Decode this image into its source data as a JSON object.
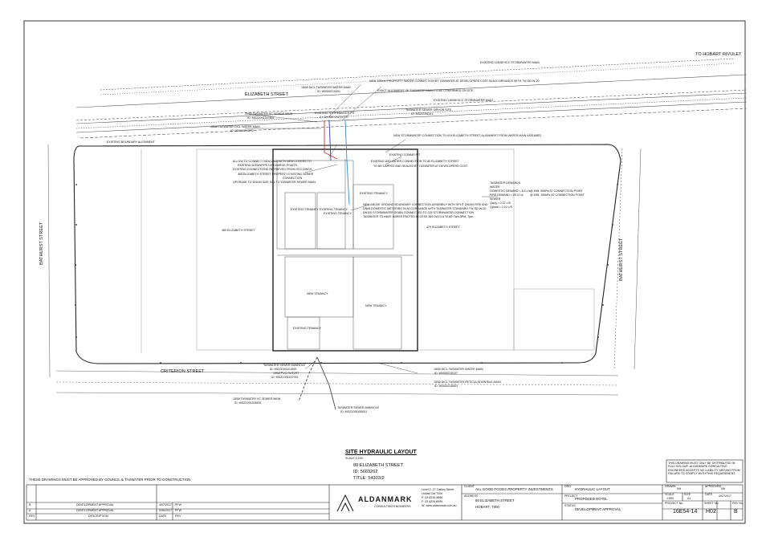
{
  "streets": {
    "elizabeth": "ELIZABETH STREET",
    "bathurst": "BATHURST STREET",
    "criterion": "CRITERION STREET",
    "to_hobart_rivulet": "TO HOBART RIVULET"
  },
  "notes": {
    "n1": "EXISTING 1050Ø HCC STORMWATER MAIN",
    "n2": "NEW 100mm PROPERTY WATER CONNECTION BY TASWATER AT DEVELOPERS COST IN ACCORDANCE WITH TW-SD-W-20",
    "n3": "EXACT ALIGNMENT OF TASWATER MAIN TO BE CONFIRMED ON SITE",
    "n4": "EXISTING 1800Ø HCC STORMWATER MAIN",
    "n5": "150Ø DICL TASWATER WATER MAIN",
    "n5b": "ID: W0000219301",
    "n6": "TASWATER SEWER SIPHON SITE",
    "n6b": "ID: MGZ1091101",
    "n7": "EXISTING STORMWATER PIT",
    "n7b": "3 x DIVIDE OUTLETS",
    "n8": "250Ø TASWATER VC SEWER MAIN",
    "n8b": "ID: MGZ1091247801",
    "n9": "150Ø TASWATER CICL WATER MAIN",
    "n9b": "ID: W0000219272",
    "n10": "NEW STORMWATER CONNECTION TO 419 ELIZABETH STREET ALIGNMENT FROM WATER MAIN ASSUMED",
    "n11": "EXISTING COMMS PIT",
    "n12": "EXISTING Ø40 WATER CONNECTION TO 80 ELIZABETH STREET",
    "n12b": "TO BE CAPPED AND SEALED BY TASWATER AT DEVELOPERS COST",
    "n13": "ALLOW TO CONNECT NEW DWB WITH NEW COVERS TO",
    "n13b": "EXISTING DOWNPIPE DISCHARGE POINTS.",
    "n13c": "EXISTING CONNECTIONS RETRIEVED FROM HCC DWGS.",
    "n14": "485 ELIZABETH STREET PROPERTY EXISTING SEWER",
    "n14b": "CONNECTION",
    "n14c": "UPGRADE TO DN150 SIZE SCL TO TASWATER SEWER MAIN",
    "n15": "NEW ABOVE GROUND BOUNDARY CONNECTION ASSEMBLY WITH SPLIT DN150 FIRE AND",
    "n15b": "DN65 DOMESTIC METERING IN ACCORDANCE WITH TASWATER STANDARD TW-SD-W-20.",
    "n15c": "DN100 STORMWATER DRAIN CONNECTED TO 225 STORMWATER CONNECTION",
    "n15d": "TASWATER TO HAVE UNRESTRICTED ACCESS 365 DAYS A YEAR 7am-5PM, 7pm.",
    "n16": "EXISTING BOUNDARY ALIGNMENT",
    "n17": "TASWATER SEWER MANHOLE",
    "n17b": "ID: MGZ1091101500",
    "n18": "150Ø PVC OUTLET",
    "n18b": "ID: MGZ1091537001",
    "n19": "150Ø DICL TASWATER WATER MAIN",
    "n19b": "ID: W0000216107",
    "n20": "150Ø DICL TASWATER RETICULATION BUS MAIN",
    "n20b": "ID: W0000216503",
    "n21": "150Ø TASWATER VC SEWER MAIN",
    "n21b": "ID: MGZ1091528401",
    "n22": "TASWATER SEWER MANHOLE",
    "n22b": "ID: MGZ1091155001"
  },
  "demands": {
    "title": "TASWATER DEMANDS",
    "water": "WATER",
    "domestic": "DOMESTIC DEMAND = 8.5 L/s",
    "domestic_note": "@ MIN. 50kPa AT CONNECTION POINT",
    "fire": "FIRE DEMAND = 25.0 L/s",
    "fire_note": "@ MIN. 150kPa AT CONNECTION POINT",
    "sewer": "SEWER",
    "q1": "Qavg = 0.22 L/S",
    "q2": "Qpeak = 2.10 L/S"
  },
  "rooms": {
    "tenancy_a": "EXISTING TENANCY",
    "tenancy_b": "EXISTING TENANCY",
    "tenancy_c": "EXISTING TENANCY",
    "tenancy_d": "EXISTING TENANCY",
    "new1": "NEW TENANCY",
    "new2": "NEW TENANCY",
    "existing": "EXISTING TENANCY",
    "left_lot": "489 ELIZABETH STREET",
    "right_lot": "479 ELIZABETH STREET"
  },
  "layout_title": {
    "title": "SITE HYDRAULIC LAYOUT",
    "scale": "SCALE 1:200",
    "address": "80 ELIZABETH STREET",
    "id": "ID: 5663262",
    "title_ref": "TITLE: 54303/2"
  },
  "approval_note": "THESE DRAWINGS MUST BE APPROVED BY COUNCIL & TASWATER PRIOR TO CONSTRUCTION",
  "disclaimer": "THIS DRAWING MUST ONLY BE DISTRIBUTED IN FULL COLOUR. ALDANMARK CONSULTING ENGINEERS ACCEPTS NO LIABILITY ARISING FROM FAILURE TO COMPLY WITH THIS REQUIREMENT",
  "revisions": {
    "rows": [
      {
        "rev": "B",
        "desc": "DEVELOPMENT APPROVAL",
        "date": "4/07/2017",
        "by": "PFW"
      },
      {
        "rev": "A",
        "desc": "DEVELOPMENT APPROVAL",
        "date": "9/06/2017",
        "by": "PFW"
      }
    ],
    "headers": {
      "rev": "REV",
      "desc": "DESCRIPTION",
      "date": "DATE",
      "by": "REV"
    }
  },
  "title_block": {
    "logo": "ALDANMARK",
    "tagline": "CONSULTING ENGINEERS",
    "company_lines": [
      "Level 2, 27 Cattley Street",
      "Hobart Tas 7000",
      "P: 03 6234 8666",
      "F: 03 6234 8999",
      "W: www.aldanmark.com.au"
    ],
    "client_label": "CLIENT",
    "client": "ALL GOOD FOODS PROPERTY INVESTMENTS",
    "address_label": "ADDRESS",
    "address1": "80 ELIZABETH STREET",
    "address2": "HOBART, 7000",
    "drawing_label": "DRG",
    "drawing": "HYDRAULIC LAYOUT",
    "project_label": "PROJECT",
    "project": "PROPOSED HOTEL",
    "status_label": "STATUS",
    "status": "DEVELOPMENT APPROVAL",
    "drawn_label": "DRAWN",
    "drawn": "NH",
    "approved_label": "APPROVED",
    "approved": "NH",
    "scale_label": "SCALE",
    "scale": "1:500",
    "size_label": "SIZE",
    "size": "A1",
    "date_label": "DATE",
    "date": "4/07/2017",
    "project_no_label": "PROJECT No.",
    "project_no": "16E54-14",
    "sheet_label": "SHEET No.",
    "sheet": "H02",
    "rev_label": "REV No.",
    "rev": "B"
  }
}
